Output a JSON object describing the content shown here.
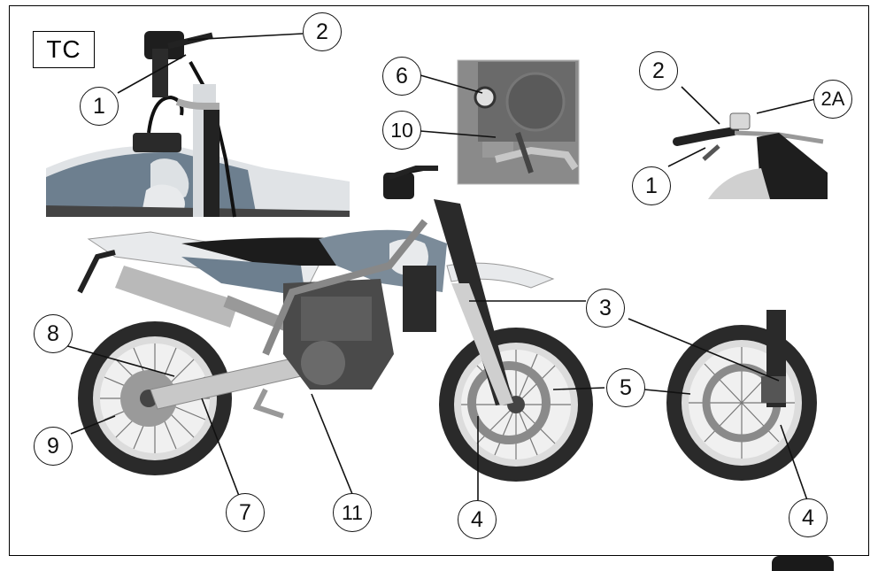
{
  "variant_label": "TC",
  "callouts": {
    "c1_top": "1",
    "c2_top": "2",
    "c6": "6",
    "c10": "10",
    "c2_right": "2",
    "c2a": "2A",
    "c1_right": "1",
    "c3": "3",
    "c5": "5",
    "c8": "8",
    "c9": "9",
    "c7": "7",
    "c11": "11",
    "c4_mid": "4",
    "c4_right": "4"
  },
  "colors": {
    "tank_blue": "#6d7f8f",
    "body_white": "#e8eaec",
    "seat_black": "#1c1c1c",
    "engine_dark": "#4a4a4a",
    "tire": "#2a2a2a"
  }
}
